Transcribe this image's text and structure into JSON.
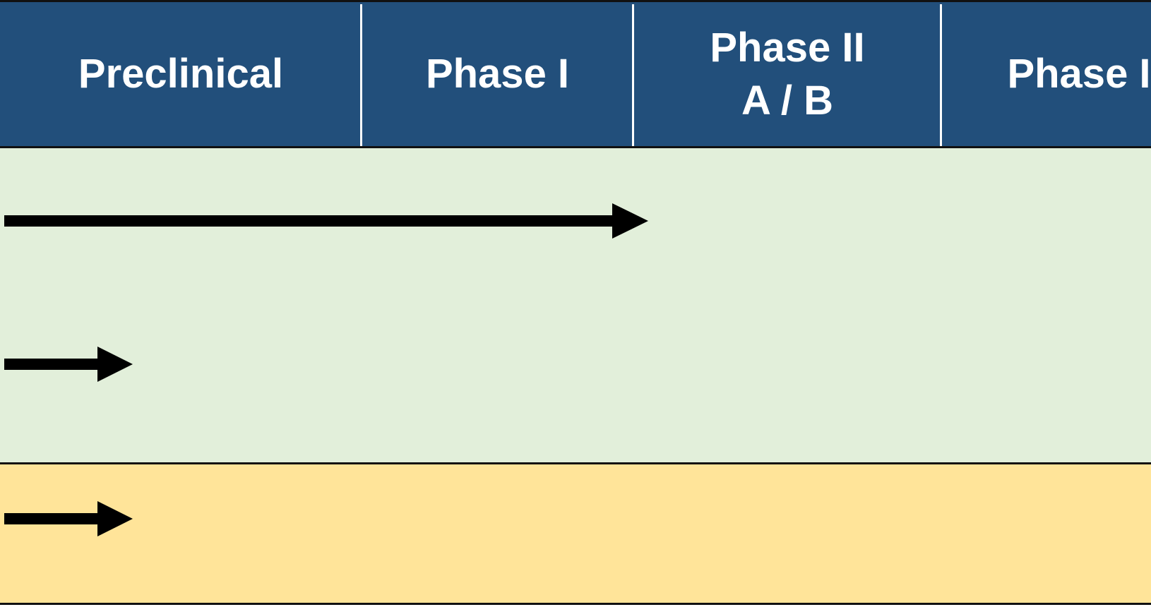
{
  "header": {
    "columns": [
      {
        "lines": [
          "Preclinical"
        ]
      },
      {
        "lines": [
          "Phase I"
        ]
      },
      {
        "lines": [
          "Phase II",
          "A  / B"
        ]
      },
      {
        "lines": [
          "Phase I"
        ]
      }
    ]
  },
  "colors": {
    "header_bg": "#224f7b",
    "header_text": "#ffffff",
    "band_green": "#e2efda",
    "band_yellow": "#ffe499",
    "arrow": "#000000"
  },
  "arrows": [
    {
      "row": "green-band-row-1",
      "spans_to": "end of Phase I"
    },
    {
      "row": "green-band-row-2",
      "spans_to": "within Preclinical"
    },
    {
      "row": "yellow-band-row-1",
      "spans_to": "within Preclinical"
    }
  ]
}
